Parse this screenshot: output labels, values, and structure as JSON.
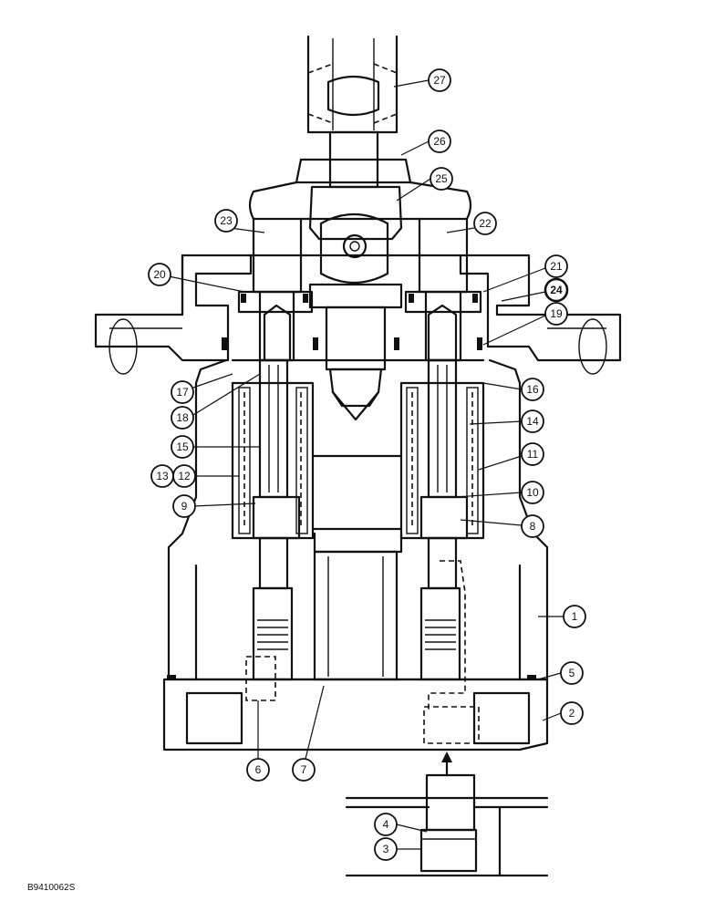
{
  "figure_id": "B9410062S",
  "callouts": [
    {
      "id": "1",
      "label": "1"
    },
    {
      "id": "2",
      "label": "2"
    },
    {
      "id": "3",
      "label": "3"
    },
    {
      "id": "4",
      "label": "4"
    },
    {
      "id": "5",
      "label": "5"
    },
    {
      "id": "6",
      "label": "6"
    },
    {
      "id": "7",
      "label": "7"
    },
    {
      "id": "8",
      "label": "8"
    },
    {
      "id": "9",
      "label": "9"
    },
    {
      "id": "10",
      "label": "10"
    },
    {
      "id": "11",
      "label": "11"
    },
    {
      "id": "12",
      "label": "12"
    },
    {
      "id": "13",
      "label": "13"
    },
    {
      "id": "14",
      "label": "14"
    },
    {
      "id": "15",
      "label": "15"
    },
    {
      "id": "16",
      "label": "16"
    },
    {
      "id": "17",
      "label": "17"
    },
    {
      "id": "18",
      "label": "18"
    },
    {
      "id": "19",
      "label": "19"
    },
    {
      "id": "20",
      "label": "20"
    },
    {
      "id": "21",
      "label": "21"
    },
    {
      "id": "22",
      "label": "22"
    },
    {
      "id": "23",
      "label": "23"
    },
    {
      "id": "24",
      "label": "24"
    },
    {
      "id": "25",
      "label": "25"
    },
    {
      "id": "26",
      "label": "26"
    },
    {
      "id": "27",
      "label": "27"
    }
  ]
}
